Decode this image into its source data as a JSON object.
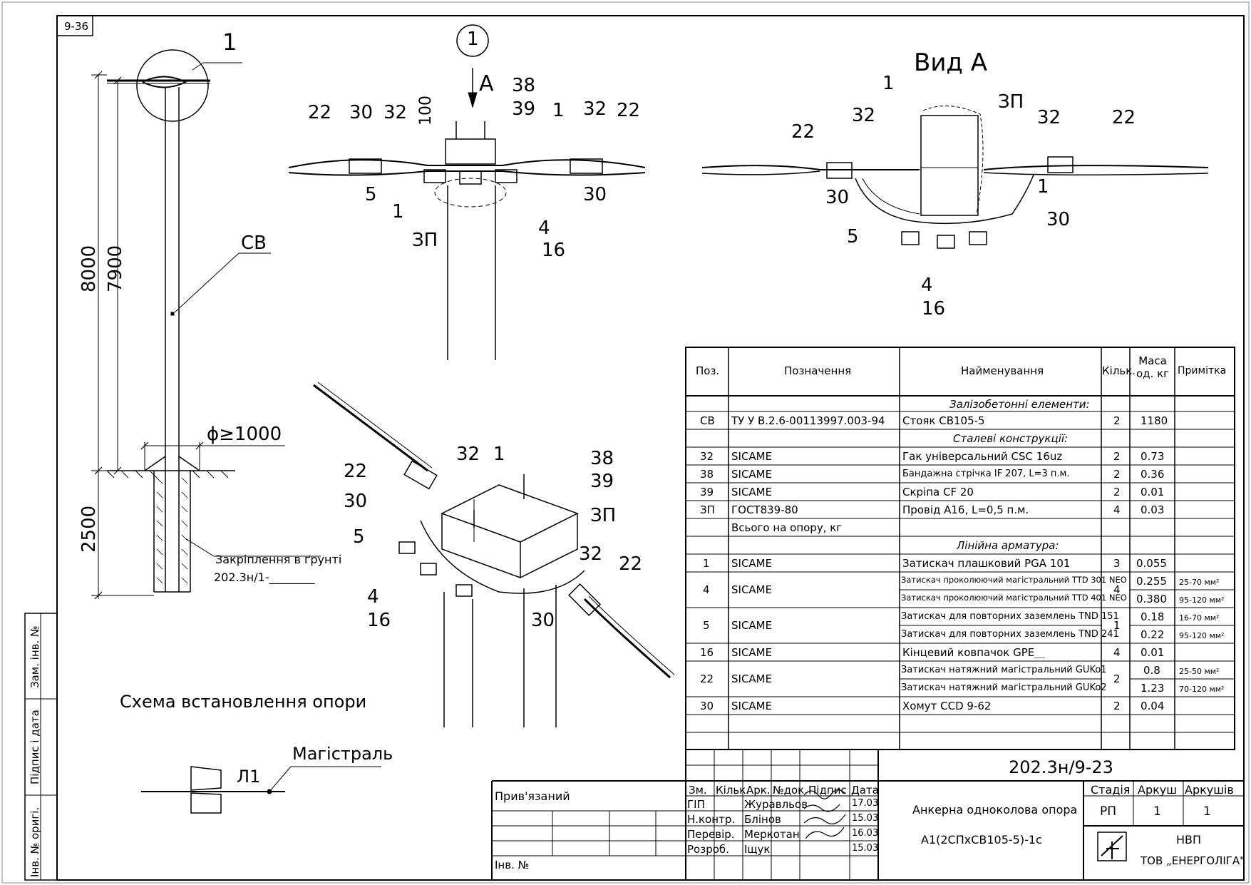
{
  "sheet_code": "9-36",
  "view_a_title": "Вид А",
  "arrow_label": "А",
  "callout_1": "1",
  "main_view": {
    "detail_mark": "1",
    "pole_code": "СВ",
    "dim_8000": "8000",
    "dim_7900": "7900",
    "dim_2500": "2500",
    "diameter": "ϕ≥1000",
    "ground_note": "Закріплення в ґрунті",
    "ground_ref": "202.3н/1-________",
    "caption": "Схема встановлення опори"
  },
  "line_legend": {
    "label": "Магістраль",
    "code": "Л1"
  },
  "top_view_labels": [
    "22",
    "30",
    "32",
    "100",
    "38",
    "39",
    "1",
    "32",
    "22",
    "5",
    "1",
    "ЗП",
    "4",
    "16",
    "30"
  ],
  "view_a_labels": [
    "1",
    "ЗП",
    "32",
    "32",
    "22",
    "22",
    "30",
    "1",
    "30",
    "5",
    "4",
    "16"
  ],
  "iso_view_labels": [
    "32",
    "1",
    "38",
    "39",
    "22",
    "30",
    "ЗП",
    "5",
    "32",
    "22",
    "4",
    "16",
    "30"
  ],
  "spec_table": {
    "headers": [
      "Поз.",
      "Позначення",
      "Найменування",
      "Кільк.",
      "Маса од. кг",
      "Примітка"
    ],
    "rows": [
      {
        "section": "Залізобетонні елементи:"
      },
      {
        "pos": "СВ",
        "code": "ТУ У В.2.6-00113997.003-94",
        "name": "Стояк СВ105-5",
        "qty": "2",
        "mass": "1180",
        "note": ""
      },
      {
        "section": "Сталеві конструкції:"
      },
      {
        "pos": "32",
        "code": "SICAME",
        "name": "Гак універсальний CSC 16uz",
        "qty": "2",
        "mass": "0.73",
        "note": ""
      },
      {
        "pos": "38",
        "code": "SICAME",
        "name": "Бандажна стрічка IF 207, L=3 п.м.",
        "qty": "2",
        "mass": "0.36",
        "note": ""
      },
      {
        "pos": "39",
        "code": "SICAME",
        "name": "Скріпа CF 20",
        "qty": "2",
        "mass": "0.01",
        "note": ""
      },
      {
        "pos": "ЗП",
        "code": "ГОСТ839-80",
        "name": "Провід А16, L=0,5 п.м.",
        "qty": "4",
        "mass": "0.03",
        "note": ""
      },
      {
        "pos": "",
        "code": "Всього на опору, кг",
        "name": "",
        "qty": "",
        "mass": "",
        "note": ""
      },
      {
        "section": "Лінійна арматура:"
      },
      {
        "pos": "1",
        "code": "SICAME",
        "name": "Затискач плашковий PGA 101",
        "qty": "3",
        "mass": "0.055",
        "note": ""
      },
      {
        "pos": "4",
        "code": "SICAME",
        "name": "Затискач проколюючий магістральний TTD 301 NEO",
        "qty": "4",
        "mass": "0.255",
        "note": "25-70 мм²"
      },
      {
        "pos": "",
        "code": "",
        "name": "Затискач проколюючий магістральний TTD 401 NEO",
        "qty": "",
        "mass": "0.380",
        "note": "95-120 мм²"
      },
      {
        "pos": "5",
        "code": "SICAME",
        "name": "Затискач для повторних заземлень TND 151",
        "qty": "1",
        "mass": "0.18",
        "note": "16-70 мм²"
      },
      {
        "pos": "",
        "code": "",
        "name": "Затискач для повторних заземлень TND 241",
        "qty": "",
        "mass": "0.22",
        "note": "95-120 мм²"
      },
      {
        "pos": "16",
        "code": "SICAME",
        "name": "Кінцевий ковпачок GPE__",
        "qty": "4",
        "mass": "0.01",
        "note": ""
      },
      {
        "pos": "22",
        "code": "SICAME",
        "name": "Затискач натяжний магістральний GUKo1",
        "qty": "2",
        "mass": "0.8",
        "note": "25-50 мм²"
      },
      {
        "pos": "",
        "code": "",
        "name": "Затискач натяжний магістральний GUKo2",
        "qty": "",
        "mass": "1.23",
        "note": "70-120 мм²"
      },
      {
        "pos": "30",
        "code": "SICAME",
        "name": "Хомут CCD 9-62",
        "qty": "2",
        "mass": "0.04",
        "note": ""
      }
    ]
  },
  "title_block": {
    "drawing_number": "202.3н/9-23",
    "attached_label": "Прив'язаний",
    "inv_label": "Інв. №",
    "col_headers": [
      "Зм.",
      "Кільк.",
      "Арк.",
      "№док.",
      "Підпис",
      "Дата"
    ],
    "people": [
      {
        "role": "ГІП",
        "name": "Журавльов",
        "date": "17.03"
      },
      {
        "role": "Н.контр.",
        "name": "Блінов",
        "date": "15.03"
      },
      {
        "role": "Перевір.",
        "name": "Меркотан",
        "date": "16.03"
      },
      {
        "role": "Розроб.",
        "name": "Іщук",
        "date": "15.03"
      }
    ],
    "title_line1": "Анкерна одноколова опора",
    "title_line2": "А1(2СПхСВ105-5)-1с",
    "stage_label": "Стадія",
    "sheet_label": "Аркуш",
    "sheets_label": "Аркушів",
    "stage": "РП",
    "sheet": "1",
    "sheets": "1",
    "org_line1": "НВП",
    "org_line2": "ТОВ „ЕНЕРГОЛІГА\""
  },
  "side_stamps": [
    "Зам. інв. №",
    "Підпис і дата",
    "Інв. № оригі."
  ]
}
